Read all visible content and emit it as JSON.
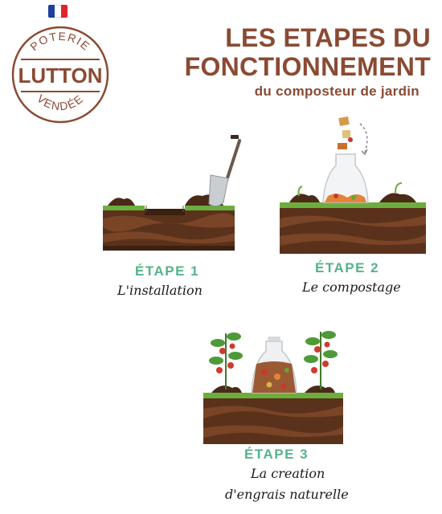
{
  "flag": {
    "colors": [
      "#1f3f9a",
      "#ffffff",
      "#e0242c"
    ]
  },
  "logo": {
    "top_text": "POTERIE",
    "center_text": "LUTTON",
    "bottom_text": "VENDÉE",
    "color": "#8a4a33"
  },
  "header": {
    "title_line1": "LES ETAPES DU",
    "title_line2": "FONCTIONNEMENT",
    "subtitle": "du composteur de jardin"
  },
  "steps": [
    {
      "label": "ÉTAPE 1",
      "description": "L'installation"
    },
    {
      "label": "ÉTAPE 2",
      "description": "Le compostage"
    },
    {
      "label": "ÉTAPE 3",
      "description_line1": "La creation",
      "description_line2": "d'engrais naturelle"
    }
  ],
  "colors": {
    "brand": "#8a4a33",
    "step_green": "#54b389",
    "grass": "#6cae3e",
    "soil_dark": "#4b2a18",
    "soil_mid": "#6b3c22"
  }
}
